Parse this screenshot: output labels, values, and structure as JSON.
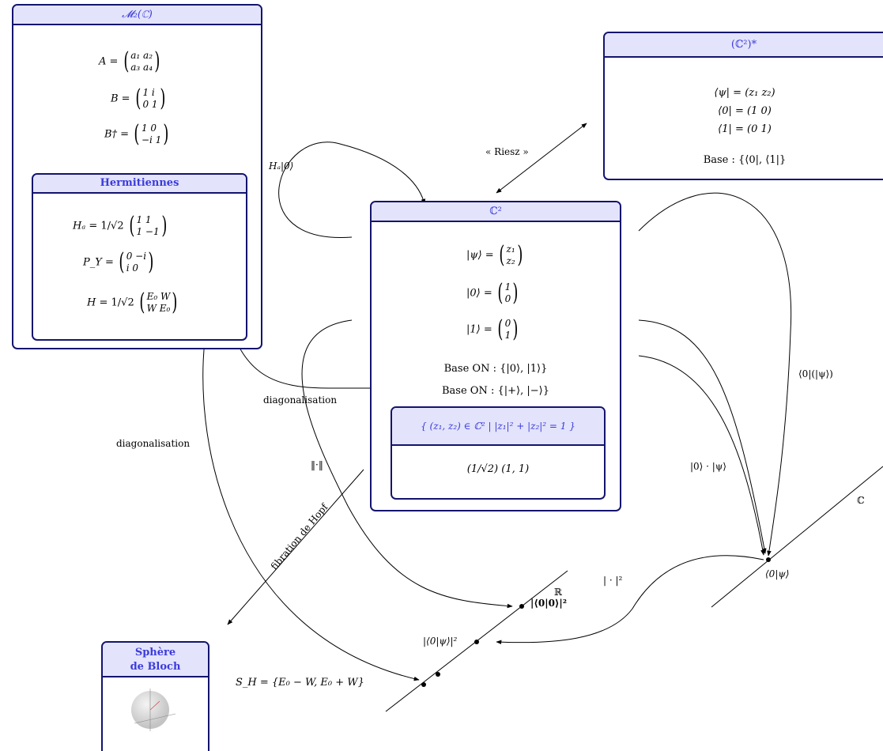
{
  "matrices_box": {
    "title": "𝓜₂(ℂ)",
    "A_lhs": "A =",
    "A_row1": "a₁   a₂",
    "A_row2": "a₃   a₄",
    "B_lhs": "B =",
    "B_row1": "1    i",
    "B_row2": "0    1",
    "Bdag_lhs": "B† =",
    "Bdag_row1": " 1    0",
    "Bdag_row2": "−i   1"
  },
  "hermitian_box": {
    "title": "Hermitiennes",
    "Ha_lhs": "Hₐ =",
    "Ha_frac": "1/√2",
    "Ha_row1": "1    1",
    "Ha_row2": "1   −1",
    "PY_lhs": "P_Y =",
    "PY_row1": "0   −i",
    "PY_row2": "i    0",
    "H_lhs": "H =",
    "H_frac": "1/√2",
    "H_row1": "E₀   W",
    "H_row2": "W    E₀"
  },
  "dual_box": {
    "title": "(ℂ²)*",
    "line1": "⟨ψ| = (z₁    z₂)",
    "line2": "⟨0| = (1    0)",
    "line3": "⟨1| = (0    1)",
    "basis": "Base :  {⟨0|, ⟨1|}"
  },
  "c2_box": {
    "title": "ℂ²",
    "psi_lhs": "|ψ⟩ =",
    "psi_row1": "z₁",
    "psi_row2": "z₂",
    "zero_lhs": "|0⟩ =",
    "zero_row1": "1",
    "zero_row2": "0",
    "one_lhs": "|1⟩ =",
    "one_row1": "0",
    "one_row2": "1",
    "basis_on": "Base ON : {|0⟩, |1⟩}",
    "basis_on_pm": "Base ON : {|+⟩, |−⟩}"
  },
  "unit_sphere_box": {
    "title": "{ (z₁, z₂) ∈ ℂ²  |  |z₁|² + |z₂|² = 1 }",
    "content": "(1/√2) (1, 1)"
  },
  "bloch_box": {
    "title_line1": "Sphère",
    "title_line2": "de Bloch"
  },
  "labels": {
    "riesz": "« Riesz »",
    "ha0": "Hₐ|0⟩",
    "diag1": "diagonalisation",
    "diag2": "diagonalisation",
    "norm": "‖·‖",
    "hopf": "fibration de Hopf",
    "braket": "⟨0|(|ψ⟩)",
    "dotprod": "|0⟩ · |ψ⟩",
    "abs_sq": "| · |²",
    "C": "ℂ",
    "R": "ℝ",
    "braket_point": "⟨0|ψ⟩",
    "norm00": "|⟨0|0⟩|²",
    "norm0psi": "|⟨0|ψ⟩|²",
    "spectrum": "S_H = {E₀ − W, E₀ + W}"
  },
  "colors": {
    "border": "#14146e",
    "title_bg": "#e3e3fb",
    "title_text": "#3b3bdc"
  }
}
